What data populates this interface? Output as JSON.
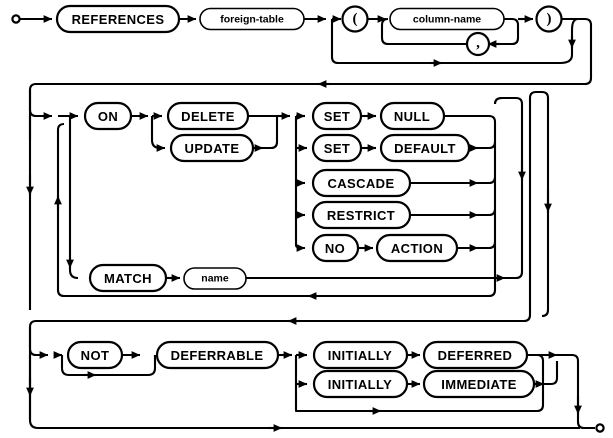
{
  "diagram": {
    "title": "REFERENCES foreign-key clause railroad diagram",
    "type": "railroad-syntax-diagram",
    "colors": {
      "stroke": "#000000",
      "fill": "#ffffff",
      "background": "#ffffff"
    },
    "start_marker": "circle-start",
    "end_marker": "circle-end",
    "nodes": {
      "references": "REFERENCES",
      "foreign_table": "foreign-table",
      "lparen": "(",
      "column_name": "column-name",
      "comma": ",",
      "rparen": ")",
      "on": "ON",
      "delete": "DELETE",
      "update": "UPDATE",
      "set1": "SET",
      "null": "NULL",
      "set2": "SET",
      "default": "DEFAULT",
      "cascade": "CASCADE",
      "restrict": "RESTRICT",
      "no": "NO",
      "action": "ACTION",
      "match": "MATCH",
      "name": "name",
      "not": "NOT",
      "deferrable": "DEFERRABLE",
      "initially1": "INITIALLY",
      "deferred": "DEFERRED",
      "initially2": "INITIALLY",
      "immediate": "IMMEDIATE"
    }
  }
}
